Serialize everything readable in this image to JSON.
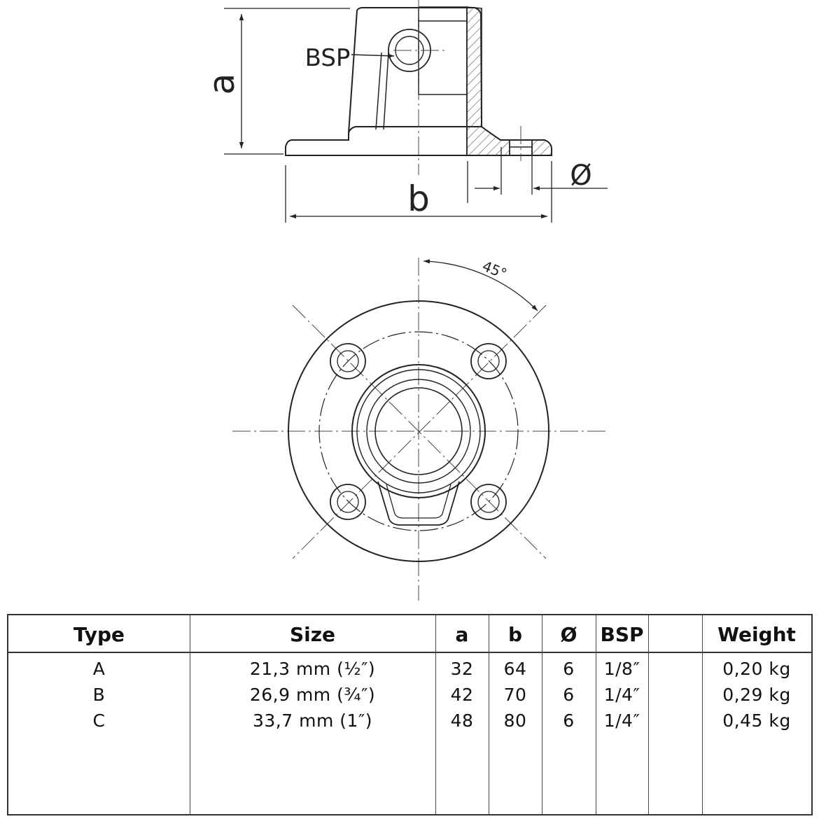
{
  "drawing": {
    "labels": {
      "a": "a",
      "b": "b",
      "diameter": "Ø",
      "bsp": "BSP",
      "angle": "45°"
    }
  },
  "table": {
    "headers": [
      "Type",
      "Size",
      "a",
      "b",
      "Ø",
      "BSP",
      "",
      "Weight"
    ],
    "rows": [
      [
        "A",
        "21,3 mm (½″)",
        "32",
        "64",
        "6",
        "1/8″",
        "",
        "0,20 kg"
      ],
      [
        "B",
        "26,9 mm (¾″)",
        "42",
        "70",
        "6",
        "1/4″",
        "",
        "0,29 kg"
      ],
      [
        "C",
        "33,7 mm (1″)",
        "48",
        "80",
        "6",
        "1/4″",
        "",
        "0,45 kg"
      ]
    ]
  }
}
